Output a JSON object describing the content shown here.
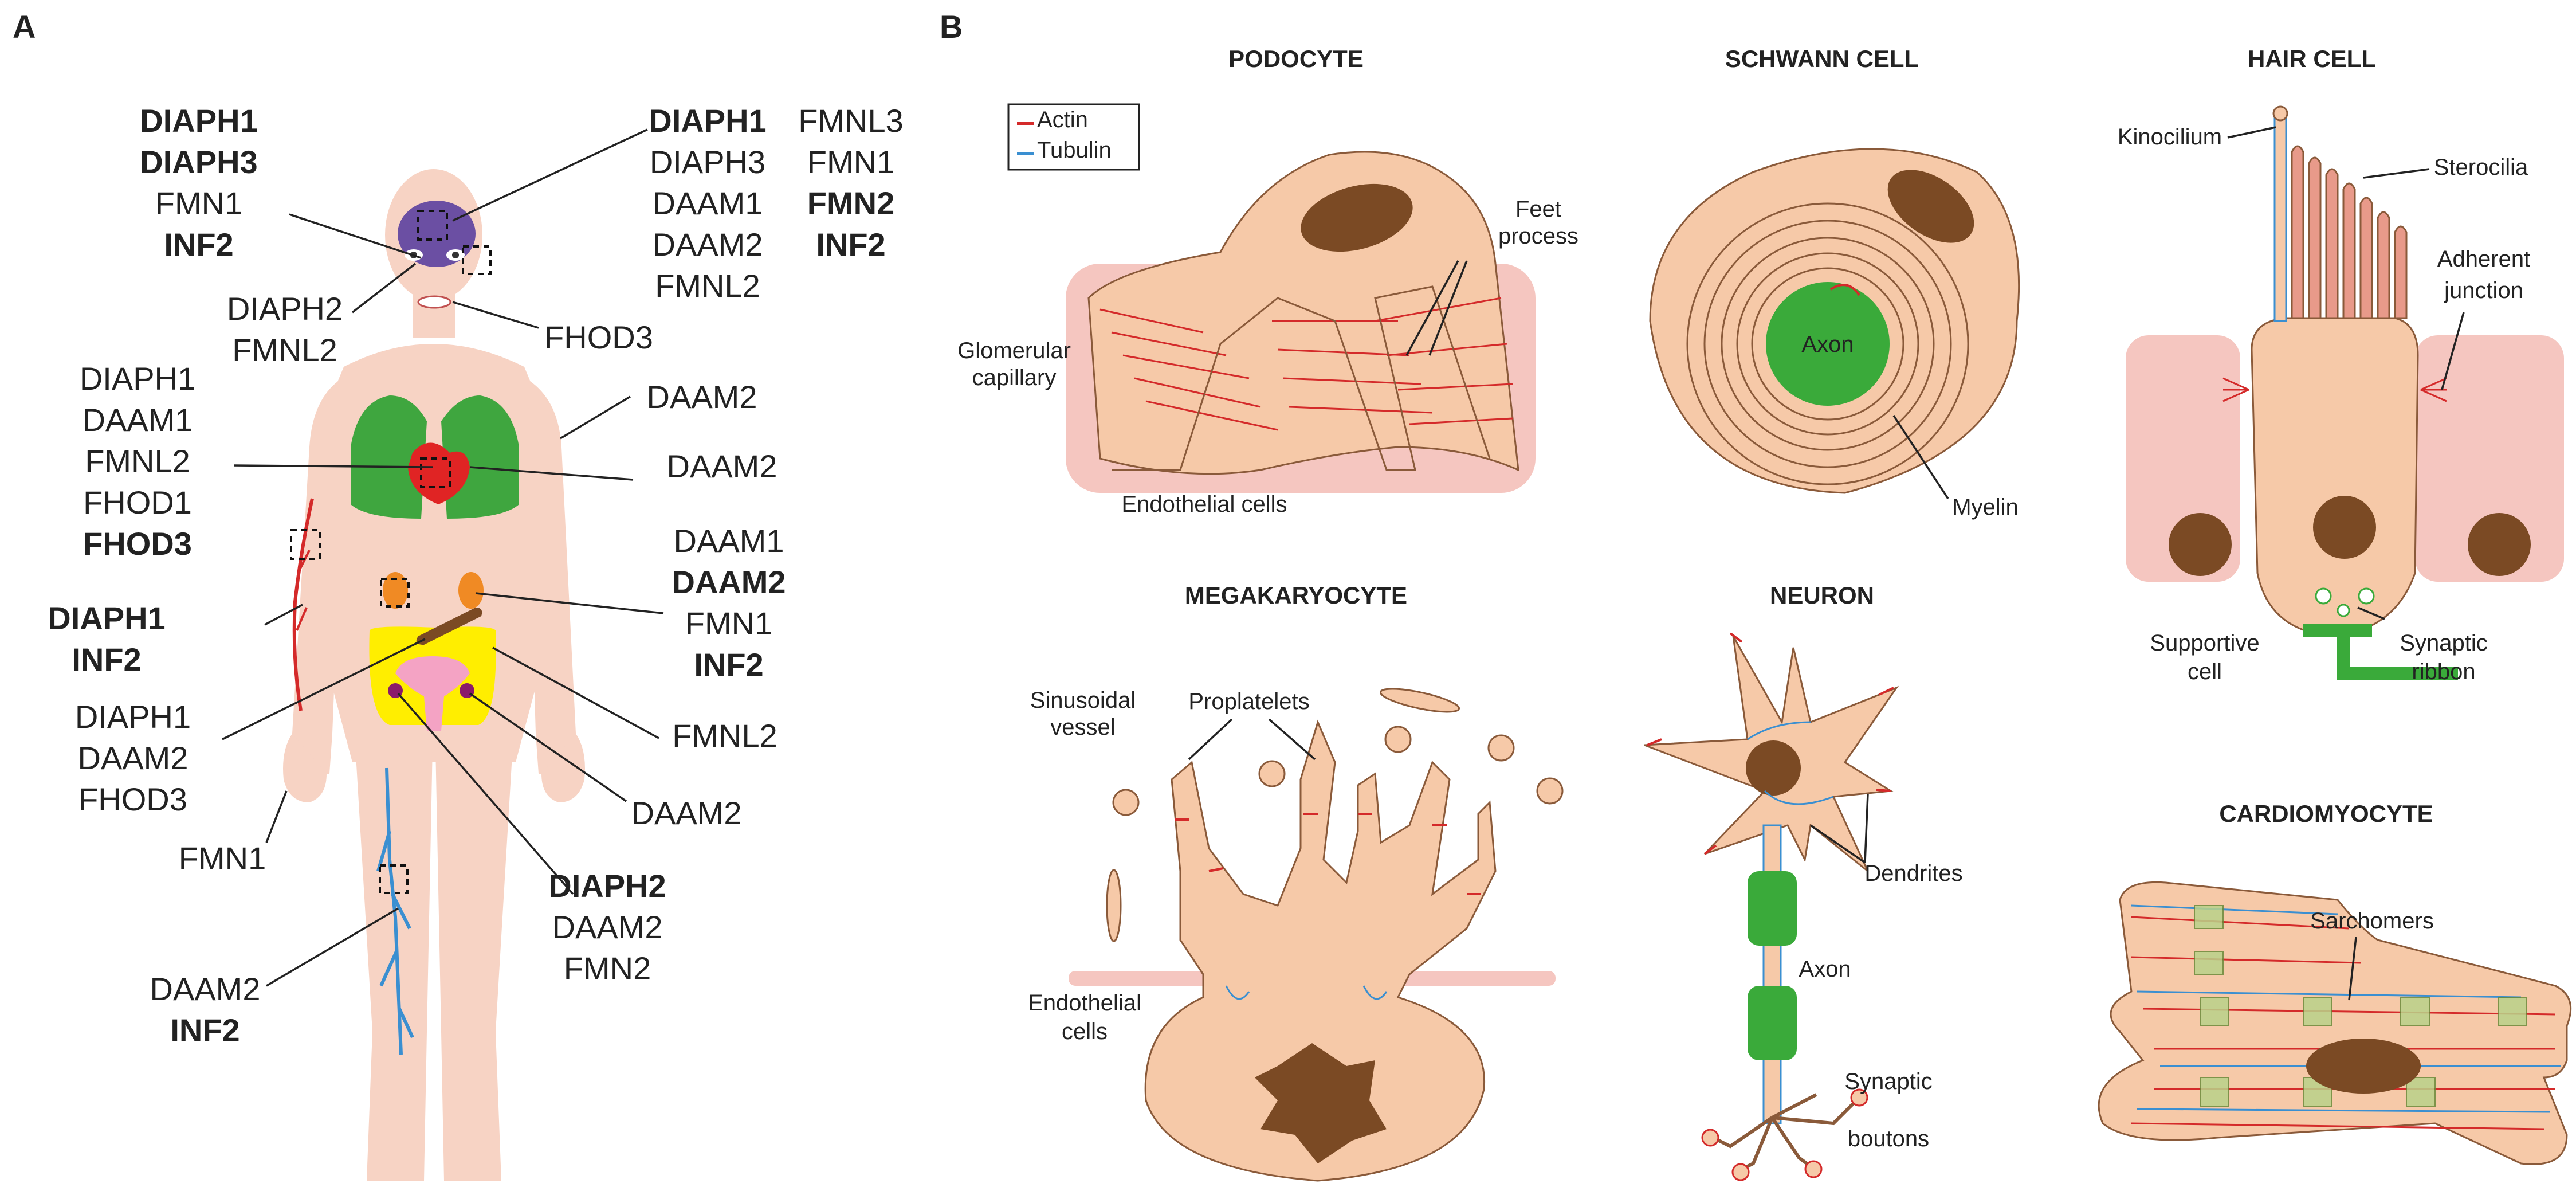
{
  "panels": {
    "a": "A",
    "b": "B"
  },
  "panel_a": {
    "head_left": [
      {
        "text": "DIAPH1",
        "bold": true
      },
      {
        "text": "DIAPH3",
        "bold": true
      },
      {
        "text": "FMN1",
        "bold": false
      },
      {
        "text": "INF2",
        "bold": true
      }
    ],
    "head_right_col1": [
      {
        "text": "DIAPH1",
        "bold": true
      },
      {
        "text": "DIAPH3",
        "bold": false
      },
      {
        "text": "DAAM1",
        "bold": false
      },
      {
        "text": "DAAM2",
        "bold": false
      },
      {
        "text": "FMNL2",
        "bold": false
      }
    ],
    "head_right_col2": [
      {
        "text": "FMNL3",
        "bold": false
      },
      {
        "text": "FMN1",
        "bold": false
      },
      {
        "text": "FMN2",
        "bold": true
      },
      {
        "text": "INF2",
        "bold": true
      }
    ],
    "eye": [
      {
        "text": "DIAPH2",
        "bold": false
      },
      {
        "text": "FMNL2",
        "bold": false
      }
    ],
    "mouth": [
      {
        "text": "FHOD3",
        "bold": false
      }
    ],
    "heart": [
      {
        "text": "DIAPH1",
        "bold": false
      },
      {
        "text": "DAAM1",
        "bold": false
      },
      {
        "text": "FMNL2",
        "bold": false
      },
      {
        "text": "FHOD1",
        "bold": false
      },
      {
        "text": "FHOD3",
        "bold": true
      }
    ],
    "shoulder": [
      {
        "text": "DAAM2",
        "bold": false
      }
    ],
    "lung": [
      {
        "text": "DAAM2",
        "bold": false
      }
    ],
    "arm_vessel": [
      {
        "text": "DIAPH1",
        "bold": true
      },
      {
        "text": "INF2",
        "bold": true
      }
    ],
    "kidney": [
      {
        "text": "DAAM1",
        "bold": false
      },
      {
        "text": "DAAM2",
        "bold": true
      },
      {
        "text": "FMN1",
        "bold": false
      },
      {
        "text": "INF2",
        "bold": true
      }
    ],
    "liver": [
      {
        "text": "DIAPH1",
        "bold": false
      },
      {
        "text": "DAAM2",
        "bold": false
      },
      {
        "text": "FHOD3",
        "bold": false
      }
    ],
    "intestine": [
      {
        "text": "FMNL2",
        "bold": false
      }
    ],
    "uterus": [
      {
        "text": "DAAM2",
        "bold": false
      }
    ],
    "hand": [
      {
        "text": "FMN1",
        "bold": false
      }
    ],
    "ovary": [
      {
        "text": "DIAPH2",
        "bold": true
      },
      {
        "text": "DAAM2",
        "bold": false
      },
      {
        "text": "FMN2",
        "bold": false
      }
    ],
    "leg_vessel": [
      {
        "text": "DAAM2",
        "bold": false
      },
      {
        "text": "INF2",
        "bold": true
      }
    ]
  },
  "legend": {
    "actin": "Actin",
    "tubulin": "Tubulin"
  },
  "cells": {
    "podocyte": {
      "title": "PODOCYTE",
      "feet_1": "Feet",
      "feet_2": "process",
      "glom_1": "Glomerular",
      "glom_2": "capillary",
      "endo": "Endothelial cells"
    },
    "schwann": {
      "title": "SCHWANN CELL",
      "axon": "Axon",
      "myelin": "Myelin"
    },
    "hair": {
      "title": "HAIR CELL",
      "kinocilium": "Kinocilium",
      "stereocilia": "Sterocilia",
      "adh_1": "Adherent",
      "adh_2": "junction",
      "sup_1": "Supportive",
      "sup_2": "cell",
      "syn_1": "Synaptic",
      "syn_2": "ribbon"
    },
    "megakaryocyte": {
      "title": "MEGAKARYOCYTE",
      "sin_1": "Sinusoidal",
      "sin_2": "vessel",
      "proplatelets": "Proplatelets",
      "endo_1": "Endothelial",
      "endo_2": "cells"
    },
    "neuron": {
      "title": "NEURON",
      "dendrites": "Dendrites",
      "axon": "Axon",
      "bout_1": "Synaptic",
      "bout_2": "boutons"
    },
    "cardiomyocyte": {
      "title": "CARDIOMYOCYTE",
      "sarcomeres": "Sarchomers"
    }
  },
  "colors": {
    "skin": "#f7d3c4",
    "brain": "#6b4fa3",
    "lung": "#3fa63f",
    "heart": "#e02424",
    "kidney": "#f08a24",
    "intestine": "#ffee00",
    "uterus": "#f4a3c4",
    "ovary": "#8b1a6b",
    "liver": "#7b4a24",
    "vessel_red": "#d42a2a",
    "vessel_blue": "#3a8fd1",
    "cell": "#f6c9a8",
    "nucleus": "#7b4a24",
    "green": "#3aaa3a"
  }
}
